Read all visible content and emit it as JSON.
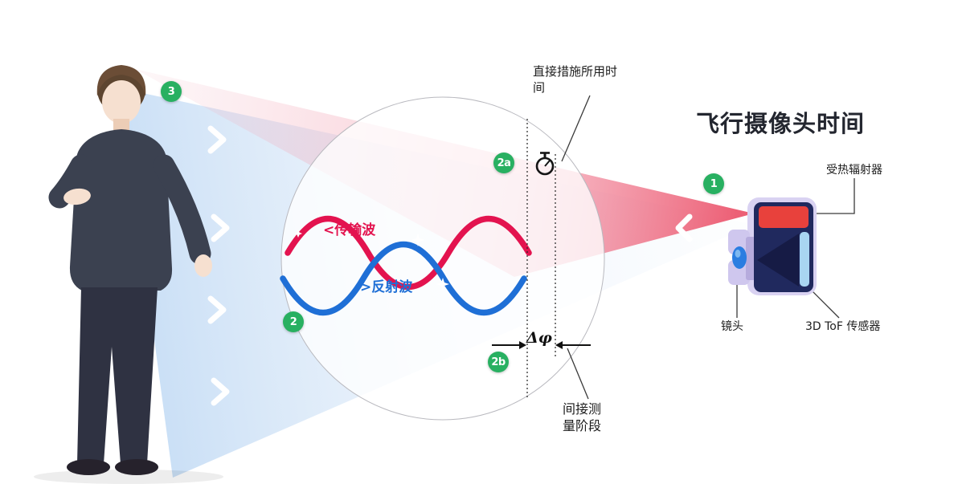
{
  "title": "飞行摄像头时间",
  "badges": {
    "one": "1",
    "two": "2",
    "two_a": "2a",
    "two_b": "2b",
    "three": "3"
  },
  "magnifier": {
    "transmitted_wave_label": "<传输波",
    "reflected_wave_label": ">反射波",
    "phase_difference_label": "Δφ"
  },
  "annotations": {
    "direct_time_label": "直接措施所用时间",
    "indirect_phase_label": "间接测量阶段"
  },
  "camera": {
    "emitter_label": "受热辐射器",
    "lens_label": "镜头",
    "sensor_label": "3D ToF 传感器"
  },
  "colors": {
    "accent_green": "#28b061",
    "transmitted_red": "#e3134f",
    "reflected_blue": "#1f6fd6",
    "camera_body_navy": "#20295e",
    "emitter_red": "#e8413c",
    "sensor_light_blue": "#a9d5f1"
  }
}
